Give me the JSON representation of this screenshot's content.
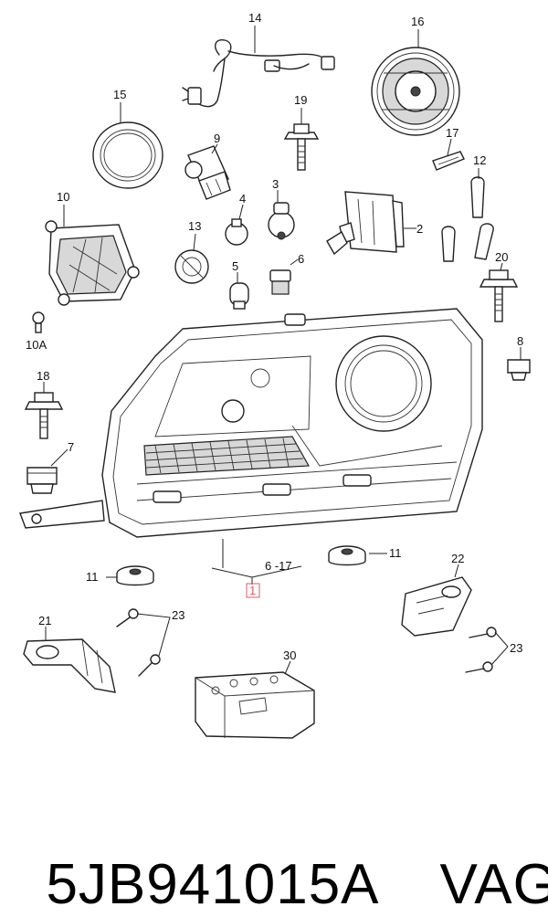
{
  "callouts": {
    "c1": "1",
    "c2": "2",
    "c3": "3",
    "c4": "4",
    "c5": "5",
    "c6a": "6",
    "c6b": "6 -17",
    "c7": "7",
    "c8": "8",
    "c9": "9",
    "c10": "10",
    "c10a": "10A",
    "c11a": "11",
    "c11b": "11",
    "c12": "12",
    "c13": "13",
    "c14": "14",
    "c15": "15",
    "c16": "16",
    "c17": "17",
    "c18": "18",
    "c19": "19",
    "c20": "20",
    "c21": "21",
    "c22": "22",
    "c23a": "23",
    "c23b": "23",
    "c30": "30"
  },
  "footer": {
    "part_number": "5JB941015A",
    "vendor": "VAG"
  },
  "colors": {
    "highlight_box": "#e05a6a",
    "ink": "#222222"
  }
}
